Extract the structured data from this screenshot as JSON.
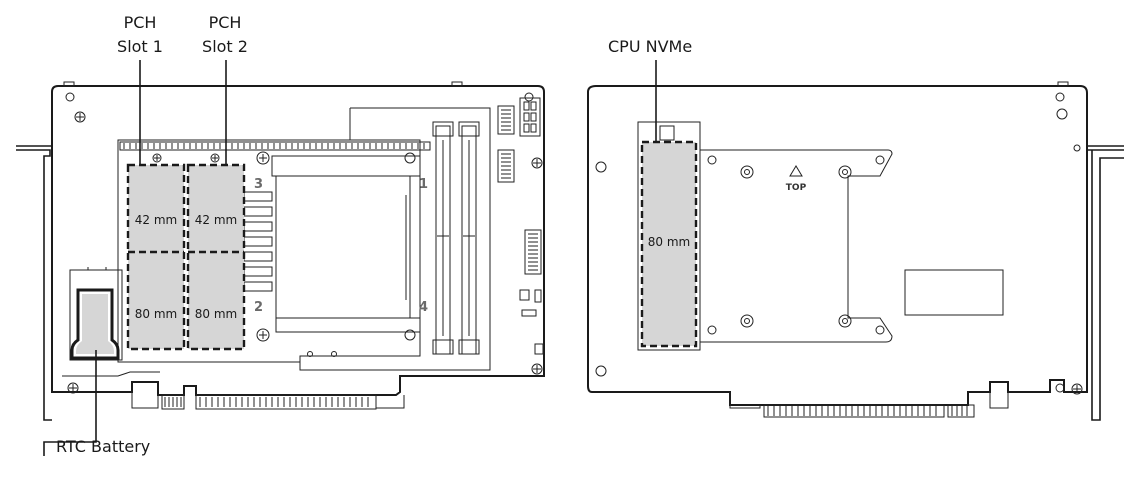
{
  "labels": {
    "pch": "PCH",
    "slot1": "Slot 1",
    "slot2": "Slot 2",
    "cpu_nvme": "CPU NVMe",
    "rtc_battery": "RTC Battery"
  },
  "slots": {
    "slot1_top": "42 mm",
    "slot1_bottom": "80 mm",
    "slot2_top": "42 mm",
    "slot2_bottom": "80 mm",
    "cpu": "80 mm"
  },
  "connector_numbers": [
    "1",
    "2",
    "3",
    "4"
  ],
  "heatsink_mark": "TOP",
  "colors": {
    "line": "#1a1a1a",
    "slot_fill": "#d6d6d6",
    "background": "#ffffff"
  }
}
